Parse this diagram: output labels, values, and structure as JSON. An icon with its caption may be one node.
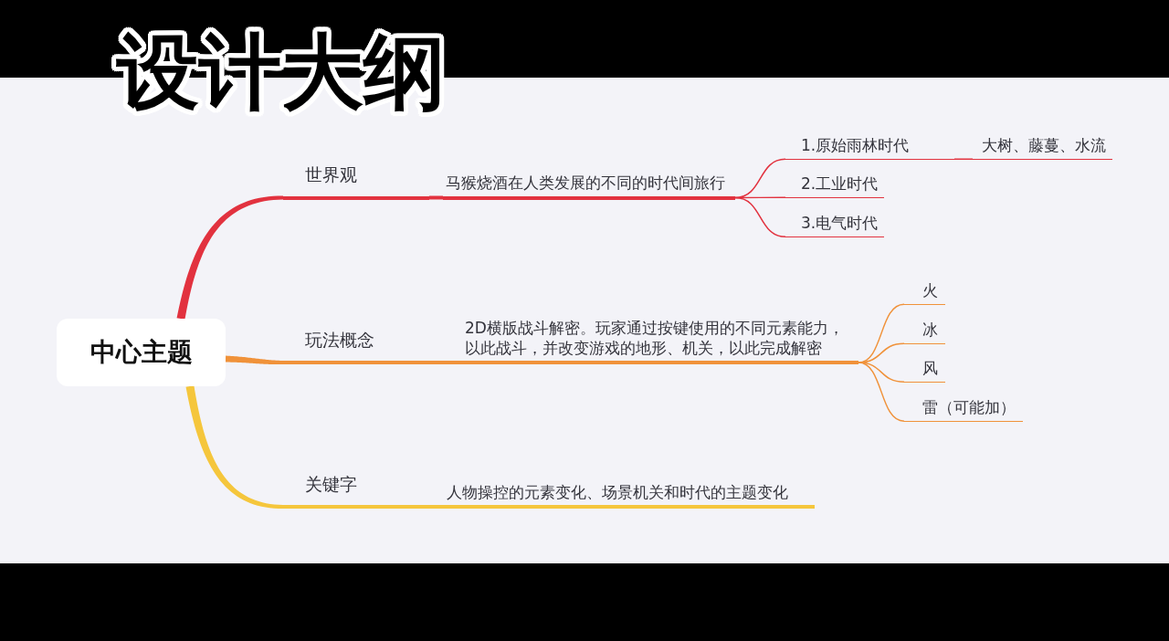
{
  "diagram": {
    "title": "设计大纲",
    "nodes": [
      {
        "text": [
          "中心主题"
        ]
      },
      {
        "text": [
          "世界观"
        ]
      },
      {
        "text": [
          "马猴烧酒在人类发展的不同的时代间旅行"
        ]
      },
      {
        "text": [
          "1.原始雨林时代"
        ]
      },
      {
        "text": [
          "大树、藤蔓、水流"
        ]
      },
      {
        "text": [
          "2.工业时代"
        ]
      },
      {
        "text": [
          "3.电气时代"
        ]
      },
      {
        "text": [
          "玩法概念"
        ]
      },
      {
        "text": [
          "2D横版战斗解密。玩家通过按键使用的不同元素能力，以此战斗，并改变游戏的地形、机关，以此完成解密"
        ]
      },
      {
        "text": [
          "火"
        ]
      },
      {
        "text": [
          "冰"
        ]
      },
      {
        "text": [
          "风"
        ]
      },
      {
        "text": [
          "雷（可能加）"
        ]
      },
      {
        "text": [
          "关键字"
        ]
      },
      {
        "text": [
          "人物操控的元素变化、场景机关和时代的主题变化"
        ]
      }
    ],
    "edges": [
      {
        "from": 0,
        "to": 1,
        "arrow": "none",
        "style": "thick",
        "color": "#e2323f"
      },
      {
        "from": 1,
        "to": 2,
        "arrow": "none",
        "style": "thick",
        "color": "#e2323f"
      },
      {
        "from": 2,
        "to": 3,
        "arrow": "none",
        "color": "#e2323f"
      },
      {
        "from": 2,
        "to": 5,
        "arrow": "none",
        "color": "#e2323f"
      },
      {
        "from": 2,
        "to": 6,
        "arrow": "none",
        "color": "#e2323f"
      },
      {
        "from": 3,
        "to": 4,
        "arrow": "none",
        "color": "#e2323f"
      },
      {
        "from": 0,
        "to": 7,
        "arrow": "none",
        "style": "thick",
        "color": "#f0923a"
      },
      {
        "from": 7,
        "to": 8,
        "arrow": "none",
        "style": "thick",
        "color": "#f0923a"
      },
      {
        "from": 8,
        "to": 9,
        "arrow": "none",
        "color": "#f0923a"
      },
      {
        "from": 8,
        "to": 10,
        "arrow": "none",
        "color": "#f0923a"
      },
      {
        "from": 8,
        "to": 11,
        "arrow": "none",
        "color": "#f0923a"
      },
      {
        "from": 8,
        "to": 12,
        "arrow": "none",
        "color": "#f0923a"
      },
      {
        "from": 0,
        "to": 13,
        "arrow": "none",
        "style": "thick",
        "color": "#f5c63c"
      },
      {
        "from": 13,
        "to": 14,
        "arrow": "none",
        "style": "thick",
        "color": "#f5c63c"
      }
    ]
  }
}
